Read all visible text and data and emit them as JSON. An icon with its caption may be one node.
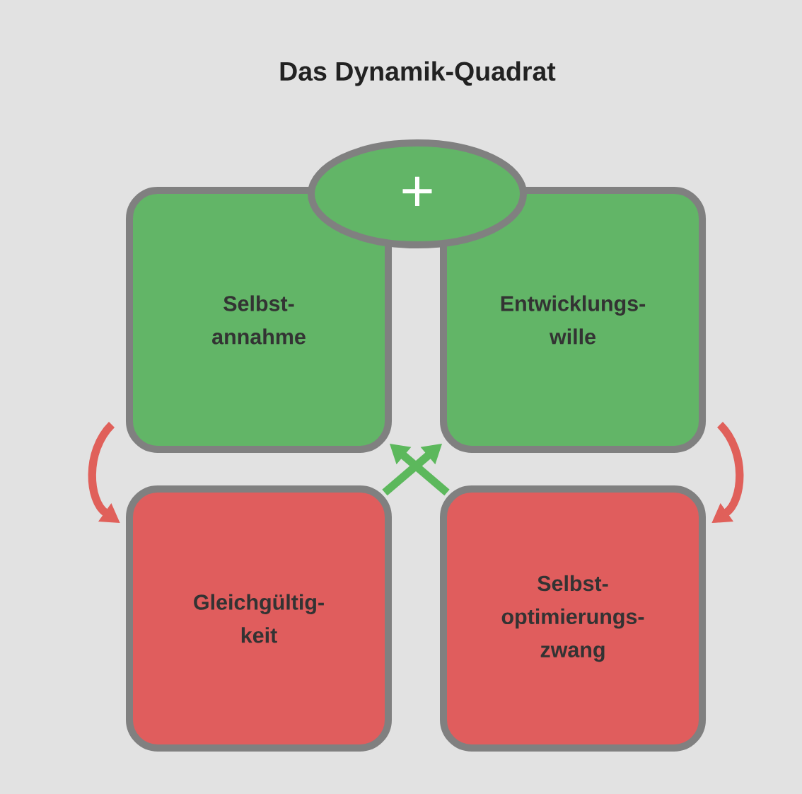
{
  "diagram": {
    "title": "Das Dynamik-Quadrat",
    "nodes": [
      {
        "text": [
          "+"
        ]
      },
      {
        "text": [
          "Selbst- annahme"
        ]
      },
      {
        "text": [
          "Entwicklungs- wille"
        ]
      },
      {
        "text": [
          "Gleichgültig- keit"
        ]
      },
      {
        "text": [
          "Selbst- optimierungs- zwang"
        ]
      }
    ],
    "edges": [
      {
        "from": 1,
        "to": 3,
        "arrow": "to",
        "color": "#e0605a"
      },
      {
        "from": 2,
        "to": 4,
        "arrow": "to",
        "color": "#e0605a"
      },
      {
        "from": 3,
        "to": 2,
        "arrow": "to",
        "color": "#5cb85c"
      },
      {
        "from": 4,
        "to": 1,
        "arrow": "to",
        "color": "#5cb85c"
      }
    ]
  }
}
